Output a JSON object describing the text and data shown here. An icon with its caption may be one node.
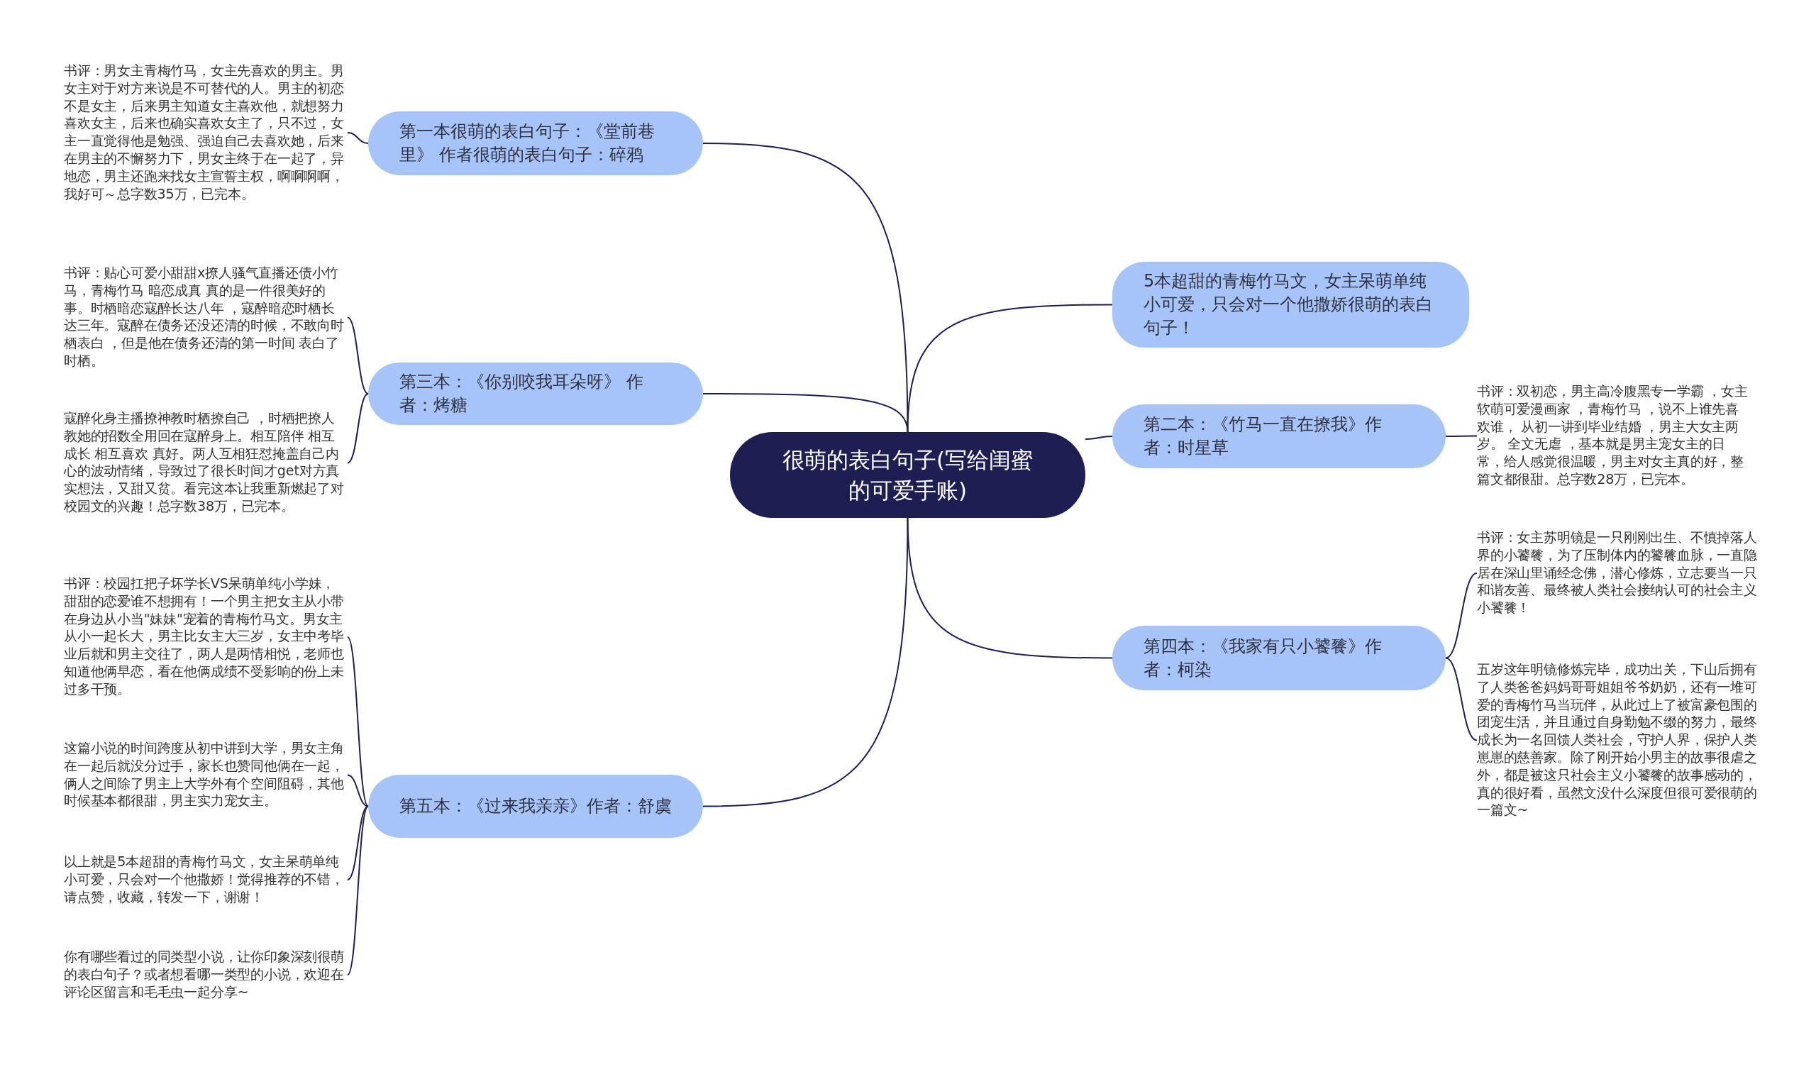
{
  "diagram": {
    "nodes": [
      {
        "text": [
          "很萌的表白句子(写给闺蜜的可爱手账)"
        ]
      },
      {
        "text": [
          "第一本很萌的表白句子：《堂前巷里》 作者很萌的表白句子：碎鸦"
        ]
      },
      {
        "text": [
          "书评：男女主青梅竹马，女主先喜欢的男主。男女主对于对方来说是不可替代的人。男主的初恋不是女主，后来男主知道女主喜欢他，就想努力喜欢女主，后来也确实喜欢女主了，只不过，女主一直觉得他是勉强、强迫自己去喜欢她，后来在男主的不懈努力下，男女主终于在一起了，异地恋，男主还跑来找女主宣誓主权，啊啊啊啊，我好可～总字数35万，已完本。"
        ]
      },
      {
        "text": [
          "第三本：《你别咬我耳朵呀》 作者：烤糖"
        ]
      },
      {
        "text": [
          "书评：贴心可爱小甜甜x撩人骚气直播还债小竹马，青梅竹马 暗恋成真 真的是一件很美好的事。时栖暗恋寇醉长达八年 ，寇醉暗恋时栖长达三年。寇醉在债务还没还清的时候，不敢向时栖表白 ，但是他在债务还清的第一时间 表白了时栖。"
        ]
      },
      {
        "text": [
          "寇醉化身主播撩神教时栖撩自己 ，时栖把撩人教她的招数全用回在寇醉身上。相互陪伴 相互成长 相互喜欢 真好。两人互相狂怼掩盖自己内心的波动情绪，导致过了很长时间才get对方真实想法，又甜又贫。看完这本让我重新燃起了对校园文的兴趣！总字数38万，已完本。"
        ]
      },
      {
        "text": [
          "第五本：《过来我亲亲》作者：舒虞"
        ]
      },
      {
        "text": [
          "书评：校园扛把子坏学长VS呆萌单纯小学妹，甜甜的恋爱谁不想拥有！一个男主把女主从小带在身边从小当\"妹妹\"宠着的青梅竹马文。男女主从小一起长大，男主比女主大三岁，女主中考毕业后就和男主交往了，两人是两情相悦，老师也知道他俩早恋，看在他俩成绩不受影响的份上未过多干预。"
        ]
      },
      {
        "text": [
          "这篇小说的时间跨度从初中讲到大学，男女主角在一起后就没分过手，家长也赞同他俩在一起，俩人之间除了男主上大学外有个空间阻碍，其他时候基本都很甜，男主实力宠女主。"
        ]
      },
      {
        "text": [
          "以上就是5本超甜的青梅竹马文，女主呆萌单纯小可爱，只会对一个他撒娇！觉得推荐的不错，请点赞，收藏，转发一下，谢谢！"
        ]
      },
      {
        "text": [
          "你有哪些看过的同类型小说，让你印象深刻很萌的表白句子？或者想看哪一类型的小说，欢迎在评论区留言和毛毛虫一起分享~"
        ]
      },
      {
        "text": [
          "5本超甜的青梅竹马文，女主呆萌单纯小可爱，只会对一个他撒娇很萌的表白句子！"
        ]
      },
      {
        "text": [
          "第二本：《竹马一直在撩我》作者：时星草"
        ]
      },
      {
        "text": [
          "书评：双初恋，男主高冷腹黑专一学霸 ，女主软萌可爱漫画家 ，青梅竹马 ，说不上谁先喜欢谁， 从初一讲到毕业结婚 ，男主大女主两岁。 全文无虐 ，基本就是男主宠女主的日常，给人感觉很温暖，男主对女主真的好，整篇文都很甜。总字数28万，已完本。"
        ]
      },
      {
        "text": [
          "第四本：《我家有只小饕餮》作者：柯染"
        ]
      },
      {
        "text": [
          "书评：女主苏明镜是一只刚刚出生、不慎掉落人界的小饕餮，为了压制体内的饕餮血脉，一直隐居在深山里诵经念佛，潜心修炼，立志要当一只和谐友善、最终被人类社会接纳认可的社会主义小饕餮！"
        ]
      },
      {
        "text": [
          "五岁这年明镜修炼完毕，成功出关，下山后拥有了人类爸爸妈妈哥哥姐姐爷爷奶奶，还有一堆可爱的青梅竹马当玩伴，从此过上了被富豪包围的团宠生活，并且通过自身勤勉不缀的努力，最终成长为一名回馈人类社会，守护人界，保护人类崽崽的慈善家。除了刚开始小男主的故事很虐之外，都是被这只社会主义小饕餮的故事感动的，真的很好看，虽然文没什么深度但很可爱很萌的一篇文~"
        ]
      }
    ],
    "edges": [
      {
        "from": 0,
        "to": 1,
        "arrow": "none"
      },
      {
        "from": 1,
        "to": 2,
        "arrow": "none"
      },
      {
        "from": 0,
        "to": 3,
        "arrow": "none"
      },
      {
        "from": 3,
        "to": 4,
        "arrow": "none"
      },
      {
        "from": 3,
        "to": 5,
        "arrow": "none"
      },
      {
        "from": 0,
        "to": 6,
        "arrow": "none"
      },
      {
        "from": 6,
        "to": 7,
        "arrow": "none"
      },
      {
        "from": 6,
        "to": 8,
        "arrow": "none"
      },
      {
        "from": 6,
        "to": 9,
        "arrow": "none"
      },
      {
        "from": 6,
        "to": 10,
        "arrow": "none"
      },
      {
        "from": 0,
        "to": 11,
        "arrow": "none"
      },
      {
        "from": 0,
        "to": 12,
        "arrow": "none"
      },
      {
        "from": 12,
        "to": 13,
        "arrow": "none"
      },
      {
        "from": 0,
        "to": 14,
        "arrow": "none"
      },
      {
        "from": 14,
        "to": 15,
        "arrow": "none"
      },
      {
        "from": 14,
        "to": 16,
        "arrow": "none"
      }
    ]
  }
}
